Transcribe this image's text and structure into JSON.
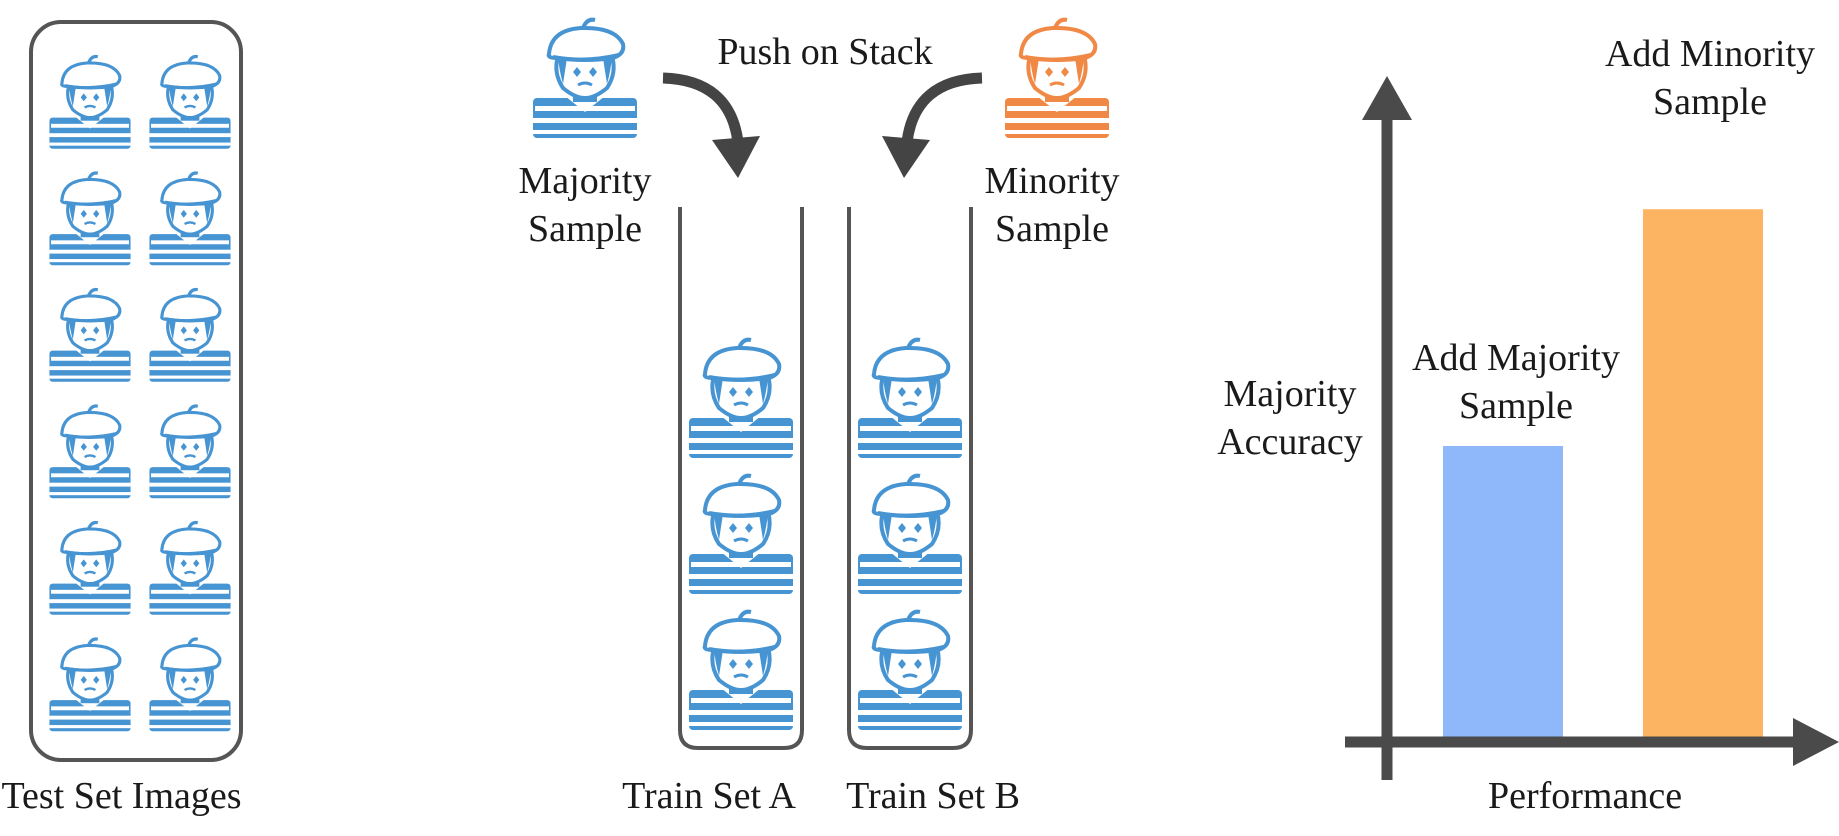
{
  "test_set": {
    "label": "Test Set Images",
    "image_count": 12,
    "image_group": "majority"
  },
  "stack_panel": {
    "push_label": "Push on Stack",
    "majority_sample_label": [
      "Majority",
      "Sample"
    ],
    "minority_sample_label": [
      "Minority",
      "Sample"
    ],
    "train_set_a": {
      "label": "Train Set A",
      "image_count": 3,
      "image_group": "majority"
    },
    "train_set_b": {
      "label": "Train Set B",
      "image_count": 3,
      "image_group": "majority"
    }
  },
  "chart_data": {
    "type": "bar",
    "categories": [
      "Add Majority Sample",
      "Add Minority Sample"
    ],
    "category_labels": [
      [
        "Add Majority",
        "Sample"
      ],
      [
        "Add Minority",
        "Sample"
      ]
    ],
    "values": [
      0.5,
      0.9
    ],
    "ylim": [
      0,
      1
    ],
    "xlabel": "Performance",
    "ylabel_lines": [
      "Majority",
      "Accuracy"
    ],
    "colors": [
      "#8fb8fb",
      "#fdb462"
    ],
    "axis_color": "#4a4a4a",
    "grid": false
  },
  "colors": {
    "majority_icon": "#4794d3",
    "minority_icon": "#f08945",
    "outline": "#555555",
    "arrow": "#444444"
  }
}
